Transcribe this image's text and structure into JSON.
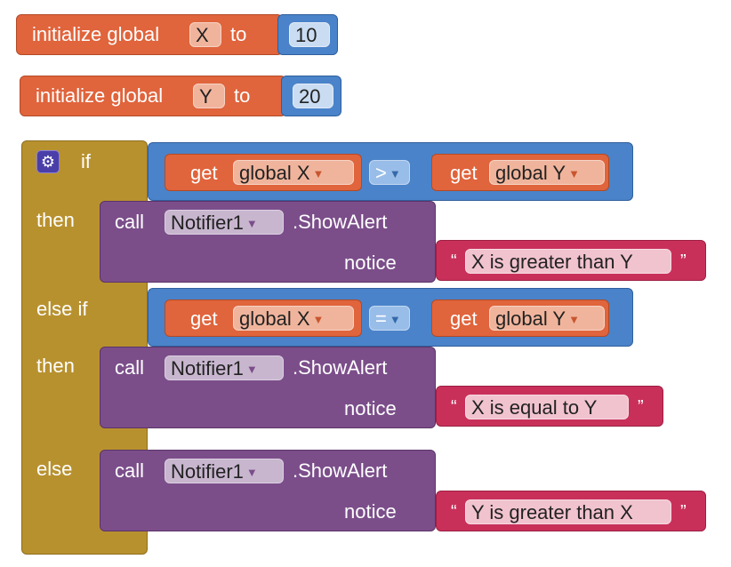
{
  "init_x": {
    "label": "initialize global",
    "var": "X",
    "to": "to",
    "value": "10"
  },
  "init_y": {
    "label": "initialize global",
    "var": "Y",
    "to": "to",
    "value": "20"
  },
  "if_block": {
    "if_label": "if",
    "then_label": "then",
    "elseif_label": "else if",
    "else_label": "else",
    "cond1": {
      "get": "get",
      "left": "global X",
      "op": ">",
      "right": "global Y"
    },
    "cond2": {
      "get": "get",
      "left": "global X",
      "op": "=",
      "right": "global Y"
    },
    "call1": {
      "call": "call",
      "component": "Notifier1",
      "method": ".ShowAlert",
      "param": "notice",
      "text": "X is greater than Y"
    },
    "call2": {
      "call": "call",
      "component": "Notifier1",
      "method": ".ShowAlert",
      "param": "notice",
      "text": "X is equal to Y"
    },
    "call3": {
      "call": "call",
      "component": "Notifier1",
      "method": ".ShowAlert",
      "param": "notice",
      "text": "Y is greater than X"
    }
  },
  "quote_open": "“",
  "quote_close": "”",
  "caret": "▼",
  "colors": {
    "variables": "#e0643c",
    "math": "#4a83c9",
    "components": "#7b4e8a",
    "control": "#b8912f",
    "text": "#c8305a"
  },
  "icons": {
    "mutator": "gear-icon",
    "dropdown": "caret-down-icon"
  }
}
